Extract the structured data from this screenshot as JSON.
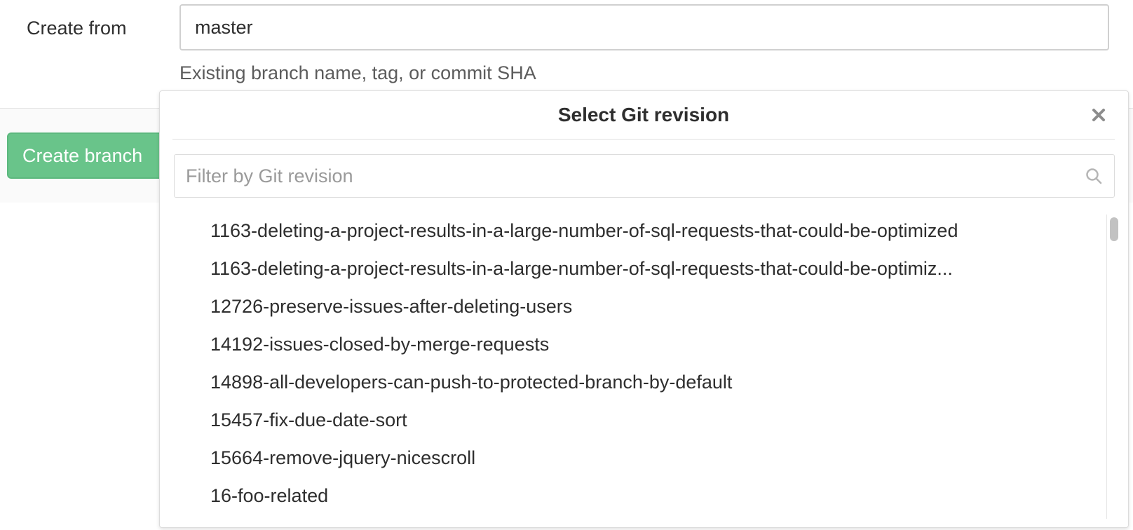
{
  "form": {
    "label": "Create from",
    "value": "master",
    "help": "Existing branch name, tag, or commit SHA"
  },
  "actions": {
    "create_label": "Create branch"
  },
  "dropdown": {
    "title": "Select Git revision",
    "filter_placeholder": "Filter by Git revision",
    "items": [
      "1163-deleting-a-project-results-in-a-large-number-of-sql-requests-that-could-be-optimized",
      "1163-deleting-a-project-results-in-a-large-number-of-sql-requests-that-could-be-optimiz...",
      "12726-preserve-issues-after-deleting-users",
      "14192-issues-closed-by-merge-requests",
      "14898-all-developers-can-push-to-protected-branch-by-default",
      "15457-fix-due-date-sort",
      "15664-remove-jquery-nicescroll",
      "16-foo-related"
    ]
  },
  "icons": {
    "close": "close-icon",
    "search": "search-icon"
  },
  "colors": {
    "success_button": "#69c48a",
    "text": "#2e2e2e",
    "muted": "#5c5c5c"
  }
}
